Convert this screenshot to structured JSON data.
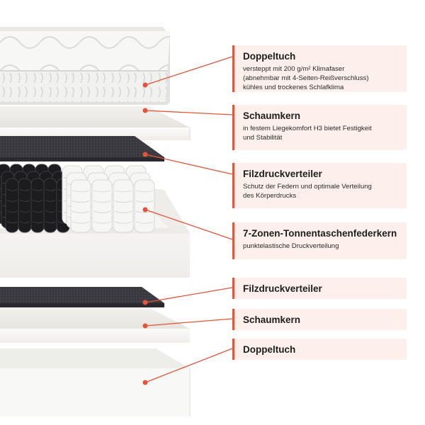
{
  "accent_color": "#e4553a",
  "label_background": "#fdf0ec",
  "layers": [
    {
      "title": "Doppeltuch",
      "lines": [
        "versteppt mit 200 g/m² Klimafaser",
        "(abnehmbar mit 4-Seiten-Reißverschluss)",
        "kühles und trockenes Schlafklima"
      ]
    },
    {
      "title": "Schaumkern",
      "lines": [
        "in festem Liegekomfort H3 bietet Festigkeit",
        "und Stabilität"
      ]
    },
    {
      "title": "Filzdruckverteiler",
      "lines": [
        "Schutz der Federn und optimale Verteilung",
        "des Körperdrucks"
      ]
    },
    {
      "title": "7-Zonen-Tonnentaschenfederkern",
      "lines": [
        "punktelastische Druckverteilung"
      ]
    },
    {
      "title": "Filzdruckverteiler",
      "lines": []
    },
    {
      "title": "Schaumkern",
      "lines": []
    },
    {
      "title": "Doppeltuch",
      "lines": []
    }
  ]
}
